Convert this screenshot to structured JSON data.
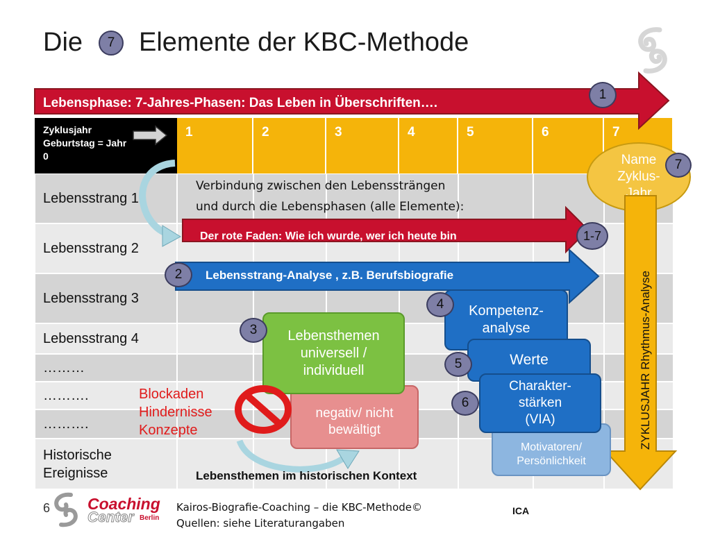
{
  "title": {
    "part1": "Die",
    "badge": "7",
    "part2": "Elemente der KBC-Methode"
  },
  "banner": {
    "text": "Lebensphase: 7-Jahres-Phasen: Das Leben in Überschriften….",
    "badge": "1"
  },
  "header": {
    "corner": [
      "Zyklusjahr",
      "Geburtstag = Jahr",
      "0"
    ],
    "years": [
      "1",
      "2",
      "3",
      "4",
      "5",
      "6",
      "7"
    ]
  },
  "rows": [
    "Lebensstrang 1",
    "Lebensstrang 2",
    "Lebensstrang 3",
    "Lebensstrang 4",
    "………",
    "……….",
    "……….",
    "Historische Ereignisse"
  ],
  "connection_text": [
    "Verbindung zwischen den Lebenssträngen",
    "und durch die Lebensphasen (alle Elemente):"
  ],
  "red_thread": {
    "text": "Der rote Faden: Wie ich wurde, wer ich heute bin",
    "badge": "1-7"
  },
  "strand_analysis": {
    "text": "Lebensstrang-Analyse ,  z.B. Berufsbiografie",
    "badge": "2"
  },
  "themes": {
    "text": [
      "Lebensthemen",
      "universell /",
      "individuell"
    ],
    "badge": "3"
  },
  "negative": {
    "text": [
      "negativ/ nicht",
      "bewältigt"
    ]
  },
  "blockades": [
    "Blockaden",
    "Hindernisse",
    "Konzepte"
  ],
  "competence": {
    "text": [
      "Kompetenz-",
      "analyse"
    ],
    "badge": "4"
  },
  "values": {
    "text": "Werte",
    "badge": "5"
  },
  "strengths": {
    "text": [
      "Charakter-",
      "stärken",
      "(VIA)"
    ],
    "badge": "6"
  },
  "motivators": {
    "text": [
      "Motivatoren/",
      "Persönlichkeit"
    ]
  },
  "name_cycle": {
    "text": [
      "Name",
      "Zyklus-",
      "Jahr"
    ],
    "badge": "7"
  },
  "vertical_arrow": {
    "text": "ZYKLUSJAHR  Rhythmus-Analyse"
  },
  "historical_context": "Lebensthemen  im historischen Kontext",
  "footer": {
    "page": "6",
    "logo_top": "Coaching",
    "logo_bottom": "Center",
    "logo_small": "Berlin",
    "line1": "Kairos-Biografie-Coaching – die KBC-Methode©",
    "line2": "Quellen: siehe Literaturangaben",
    "ica": "ICA"
  },
  "colors": {
    "header": "#f5b40a",
    "grid_dark": "#d4d4d4",
    "grid_light": "#eaeaea",
    "red_arrow": "#c8102e",
    "blue_arrow": "#1f6fc5",
    "green_box": "#7cc142",
    "pink_box": "#e78f8f",
    "yellow_circle": "#f4c542",
    "light_blue": "#8db6e0"
  }
}
